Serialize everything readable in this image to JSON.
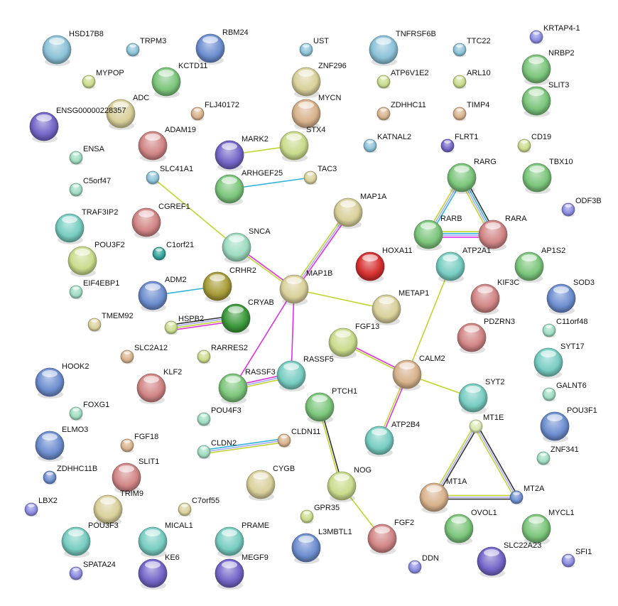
{
  "colors": {
    "lightblue": "#8cc2d8",
    "blue": "#6d8ed0",
    "purple": "#7466c8",
    "green": "#7cc67c",
    "yellowgreen": "#c9dc8c",
    "khaki": "#d9d09a",
    "tan": "#d8b28c",
    "brownred": "#d28686",
    "red": "#d63030",
    "teal": "#78cdc2",
    "mint": "#9edcc0",
    "olive": "#a89c38",
    "darkgreen": "#3c9a3c",
    "purpleblue": "#8c8ce2",
    "darkteal": "#34a49c",
    "paleyg": "#d8e8b0"
  },
  "edge_colors": {
    "textmining": "#c2d42e",
    "experiments": "#de30de",
    "databases": "#30b4dc",
    "coexpression": "#333333",
    "homology": "#a8a8ff"
  },
  "nodes": [
    "HSD17B8",
    "TRPM3",
    "RBM24",
    "UST",
    "TNFRSF6B",
    "TTC22",
    "KRTAP4-1",
    "NRBP2",
    "MYPOP",
    "KCTD11",
    "ZNF296",
    "ATP6V1E2",
    "ARL10",
    "SLIT3",
    "ADC",
    "ENSG00000228357",
    "FLJ40172",
    "MYCN",
    "ZDHHC11",
    "TIMP4",
    "ADAM19",
    "MARK2",
    "STX4",
    "KATNAL2",
    "FLRT1",
    "CD19",
    "ENSA",
    "SLC41A1",
    "ARHGEF25",
    "TAC3",
    "RARG",
    "TBX10",
    "C5orf47",
    "ODF3B",
    "TRAF3IP2",
    "CGREF1",
    "MAP1A",
    "RARB",
    "RARA",
    "SNCA",
    "C1orf21",
    "POU3F2",
    "HOXA11",
    "ATP2A1",
    "AP1S2",
    "ADM2",
    "CRHR2",
    "MAP1B",
    "EIF4EBP1",
    "KIF3C",
    "SOD3",
    "METAP1",
    "CRYAB",
    "TMEM92",
    "HSPB2",
    "C11orf48",
    "FGF13",
    "PDZRN3",
    "SLC2A12",
    "RARRES2",
    "SYT17",
    "HOOK2",
    "KLF2",
    "RASSF3",
    "RASSF5",
    "CALM2",
    "FOXG1",
    "SYT2",
    "GALNT6",
    "PTCH1",
    "POU4F3",
    "MT1E",
    "POU3F1",
    "ELMO3",
    "FGF18",
    "ATP2B4",
    "CLDN11",
    "CLDN2",
    "ZNF341",
    "ZDHHC11B",
    "SLIT1",
    "CYGB",
    "NOG",
    "MT1A",
    "MT2A",
    "LBX2",
    "TRIM9",
    "C7orf55",
    "GPR35",
    "OVOL1",
    "MYCL1",
    "POU3F3",
    "MICAL1",
    "PRAME",
    "L3MBTL1",
    "FGF2",
    "SLC22A23",
    "DDN",
    "SFI1",
    "SPATA24",
    "KE6",
    "MEGF9"
  ],
  "edges": [
    {
      "a": "SLC41A1",
      "b": "SNCA",
      "types": [
        "textmining"
      ]
    },
    {
      "a": "SNCA",
      "b": "MAP1B",
      "types": [
        "experiments",
        "textmining"
      ]
    },
    {
      "a": "MARK2",
      "b": "STX4",
      "types": [
        "textmining"
      ]
    },
    {
      "a": "ARHGEF25",
      "b": "TAC3",
      "types": [
        "databases"
      ]
    },
    {
      "a": "MAP1A",
      "b": "MAP1B",
      "types": [
        "experiments",
        "homology",
        "textmining"
      ]
    },
    {
      "a": "MAP1B",
      "b": "METAP1",
      "types": [
        "textmining"
      ]
    },
    {
      "a": "MAP1B",
      "b": "RASSF3",
      "types": [
        "experiments"
      ]
    },
    {
      "a": "MAP1B",
      "b": "RASSF5",
      "types": [
        "experiments"
      ]
    },
    {
      "a": "ADM2",
      "b": "CRHR2",
      "types": [
        "databases"
      ]
    },
    {
      "a": "HSPB2",
      "b": "CRYAB",
      "types": [
        "coexpression",
        "homology",
        "textmining",
        "experiments"
      ]
    },
    {
      "a": "RARG",
      "b": "RARB",
      "types": [
        "databases",
        "homology",
        "textmining"
      ]
    },
    {
      "a": "RARG",
      "b": "RARA",
      "types": [
        "coexpression",
        "databases",
        "homology",
        "textmining"
      ]
    },
    {
      "a": "RARB",
      "b": "RARA",
      "types": [
        "textmining",
        "databases",
        "homology",
        "experiments"
      ]
    },
    {
      "a": "ATP2A1",
      "b": "CALM2",
      "types": [
        "textmining"
      ]
    },
    {
      "a": "FGF13",
      "b": "CALM2",
      "types": [
        "experiments",
        "textmining"
      ]
    },
    {
      "a": "CALM2",
      "b": "ATP2B4",
      "types": [
        "experiments",
        "textmining"
      ]
    },
    {
      "a": "CALM2",
      "b": "SYT2",
      "types": [
        "textmining"
      ]
    },
    {
      "a": "RASSF3",
      "b": "RASSF5",
      "types": [
        "experiments",
        "homology",
        "textmining"
      ]
    },
    {
      "a": "PTCH1",
      "b": "NOG",
      "types": [
        "coexpression",
        "textmining"
      ]
    },
    {
      "a": "CLDN2",
      "b": "CLDN11",
      "types": [
        "databases",
        "homology",
        "textmining"
      ]
    },
    {
      "a": "NOG",
      "b": "FGF2",
      "types": [
        "textmining"
      ]
    },
    {
      "a": "MT1E",
      "b": "MT1A",
      "types": [
        "coexpression",
        "homology",
        "textmining"
      ]
    },
    {
      "a": "MT1E",
      "b": "MT2A",
      "types": [
        "coexpression",
        "homology",
        "textmining"
      ]
    },
    {
      "a": "MT1A",
      "b": "MT2A",
      "types": [
        "textmining",
        "homology",
        "coexpression"
      ]
    }
  ]
}
